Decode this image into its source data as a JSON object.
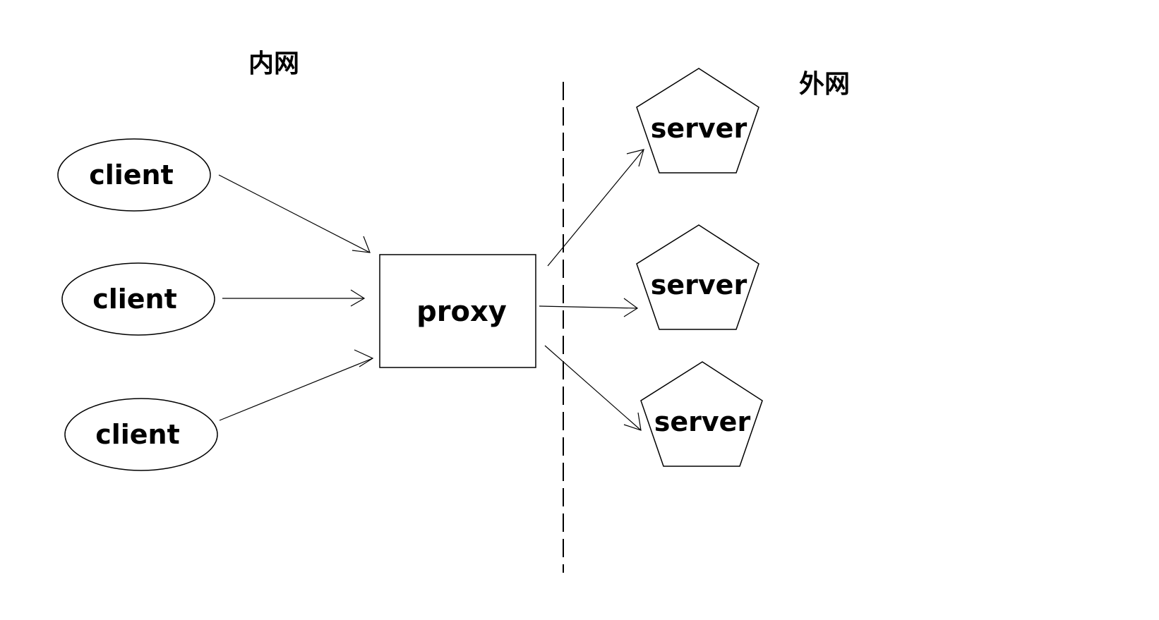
{
  "regions": {
    "inner_label": "内网",
    "outer_label": "外网"
  },
  "nodes": {
    "clients": [
      {
        "label": "client"
      },
      {
        "label": "client"
      },
      {
        "label": "client"
      }
    ],
    "proxy": {
      "label": "proxy"
    },
    "servers": [
      {
        "label": "server"
      },
      {
        "label": "server"
      },
      {
        "label": "server"
      }
    ]
  },
  "style": {
    "stroke_color": "#000000",
    "background": "#ffffff"
  }
}
